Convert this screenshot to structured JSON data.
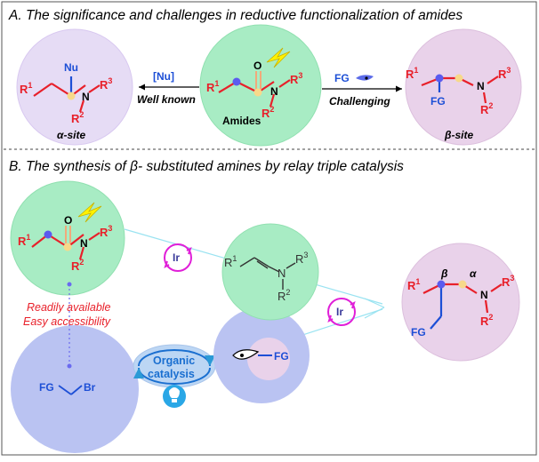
{
  "panel_a": {
    "title": "A. The significance and challenges in reductive functionalization of amides",
    "left_circle": {
      "nu": "Nu",
      "r1": "R",
      "r1_sup": "1",
      "n": "N",
      "r3": "R",
      "r3_sup": "3",
      "r2": "R",
      "r2_sup": "2",
      "site": "α-site"
    },
    "center_circle": {
      "o": "O",
      "r1": "R",
      "r1_sup": "1",
      "n": "N",
      "r3": "R",
      "r3_sup": "3",
      "r2": "R",
      "r2_sup": "2",
      "label": "Amides"
    },
    "right_circle": {
      "r1": "R",
      "r1_sup": "1",
      "n": "N",
      "r3": "R",
      "r3_sup": "3",
      "r2": "R",
      "r2_sup": "2",
      "fg": "FG",
      "site": "β-site"
    },
    "left_arrow": {
      "reagent": "[Nu]",
      "caption": "Well known"
    },
    "right_arrow": {
      "reagent": "FG",
      "caption": "Challenging"
    }
  },
  "panel_b": {
    "title": "B. The synthesis of β- substituted amines by relay triple catalysis",
    "amide_circle": {
      "o": "O",
      "r1": "R",
      "r1_sup": "1",
      "n": "N",
      "r3": "R",
      "r3_sup": "3",
      "r2": "R",
      "r2_sup": "2"
    },
    "availability": {
      "line1": "Readily available",
      "line2": "Easy accessibility"
    },
    "bromide": {
      "fg": "FG",
      "br": "Br"
    },
    "organic": {
      "line1": "Organic",
      "line2": "catalysis"
    },
    "radical": {
      "fg": "FG"
    },
    "ir_catalyst_1": "Ir",
    "ir_catalyst_2": "Ir",
    "enamine": {
      "r1": "R",
      "r1_sup": "1",
      "n": "N",
      "r3": "R",
      "r3_sup": "3",
      "r2": "R",
      "r2_sup": "2"
    },
    "product": {
      "beta": "β",
      "alpha": "α",
      "r1": "R",
      "r1_sup": "1",
      "n": "N",
      "r3": "R",
      "r3_sup": "3",
      "r2": "R",
      "r2_sup": "2",
      "fg": "FG"
    }
  },
  "colors": {
    "red": "#e8202a",
    "blue": "#1d4fd6",
    "green_circle": "#a8ecc4",
    "lavender_circle": "#e6dcf5",
    "pink_circle": "#e9d2ea",
    "periwinkle_circle": "#bac3f2",
    "magenta": "#e01fd8",
    "yellow_node": "#f7d98a",
    "blue_node": "#5b5bef"
  }
}
